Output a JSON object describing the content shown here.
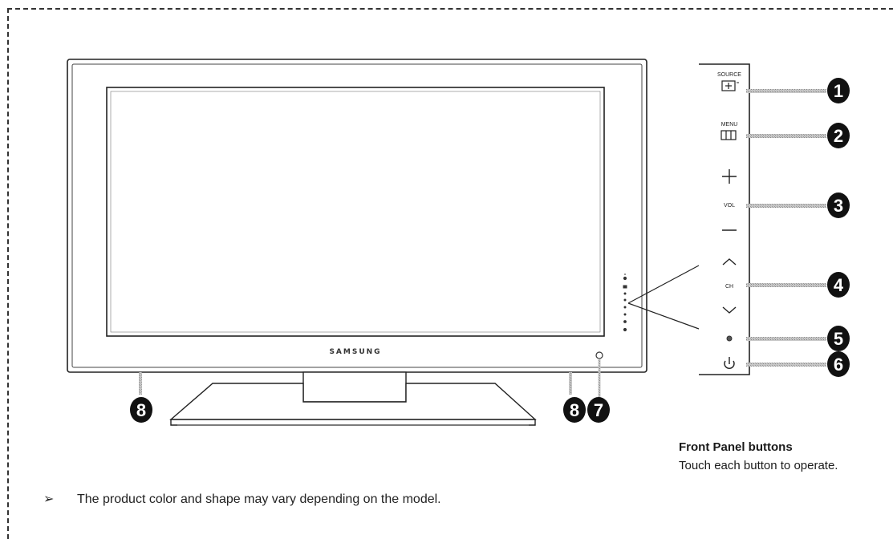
{
  "tv": {
    "brand": "SAMSUNG"
  },
  "panel": {
    "source_label": "SOURCE",
    "menu_label": "MENU",
    "vol_label": "VOL",
    "ch_label": "CH"
  },
  "callouts": {
    "n1": "1",
    "n2": "2",
    "n3": "3",
    "n4": "4",
    "n5": "5",
    "n6": "6",
    "n7": "7",
    "n8a": "8",
    "n8b": "8"
  },
  "front_panel": {
    "title": "Front Panel buttons",
    "description": "Touch each button to operate."
  },
  "note": {
    "arrow": "➢",
    "text": "The product color and shape may vary depending on the model."
  }
}
